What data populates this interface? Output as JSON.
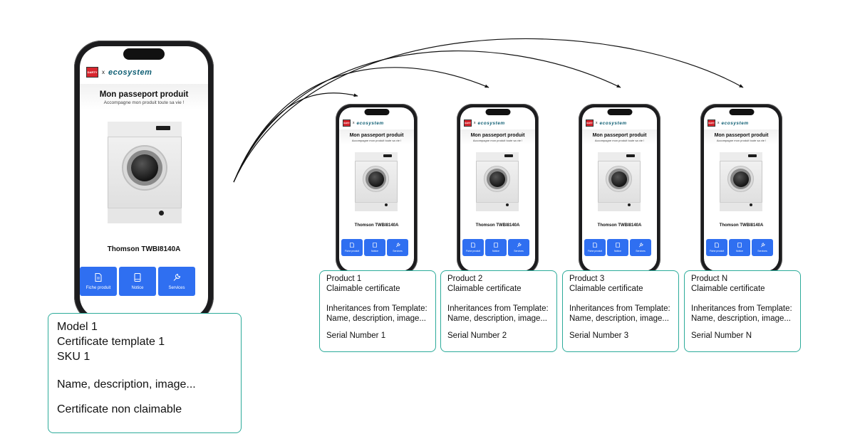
{
  "template_phone": {
    "brand_logo_text": "DARTY",
    "brand_separator": "x",
    "brand_name": "ecosystem",
    "title": "Mon passeport produit",
    "subtitle": "Accompagne mon produit toute sa vie !",
    "product_name": "Thomson TWBI8140A",
    "buttons": [
      "Fiche produit",
      "Notice",
      "Services"
    ],
    "button_color": "#2f6ff1"
  },
  "template_card": {
    "line1": "Model 1",
    "line2": "Certificate template 1",
    "line3": "SKU 1",
    "line4": "Name, description, image...",
    "line5": "Certificate non claimable"
  },
  "products": [
    {
      "title": "Product 1",
      "certificate": "Claimable certificate",
      "inherit_label": "Inheritances from Template:",
      "inherit_values": "Name, description, image...",
      "serial": "Serial Number 1"
    },
    {
      "title": "Product 2",
      "certificate": "Claimable certificate",
      "inherit_label": "Inheritances from Template:",
      "inherit_values": "Name, description, image...",
      "serial": "Serial Number 2"
    },
    {
      "title": "Product 3",
      "certificate": "Claimable certificate",
      "inherit_label": "Inheritances from Template:",
      "inherit_values": "Name, description, image...",
      "serial": "Serial Number 3"
    },
    {
      "title": "Product N",
      "certificate": "Claimable certificate",
      "inherit_label": "Inheritances from Template:",
      "inherit_values": "Name, description, image...",
      "serial": "Serial Number N"
    }
  ],
  "accent_color": "#2cab9a"
}
